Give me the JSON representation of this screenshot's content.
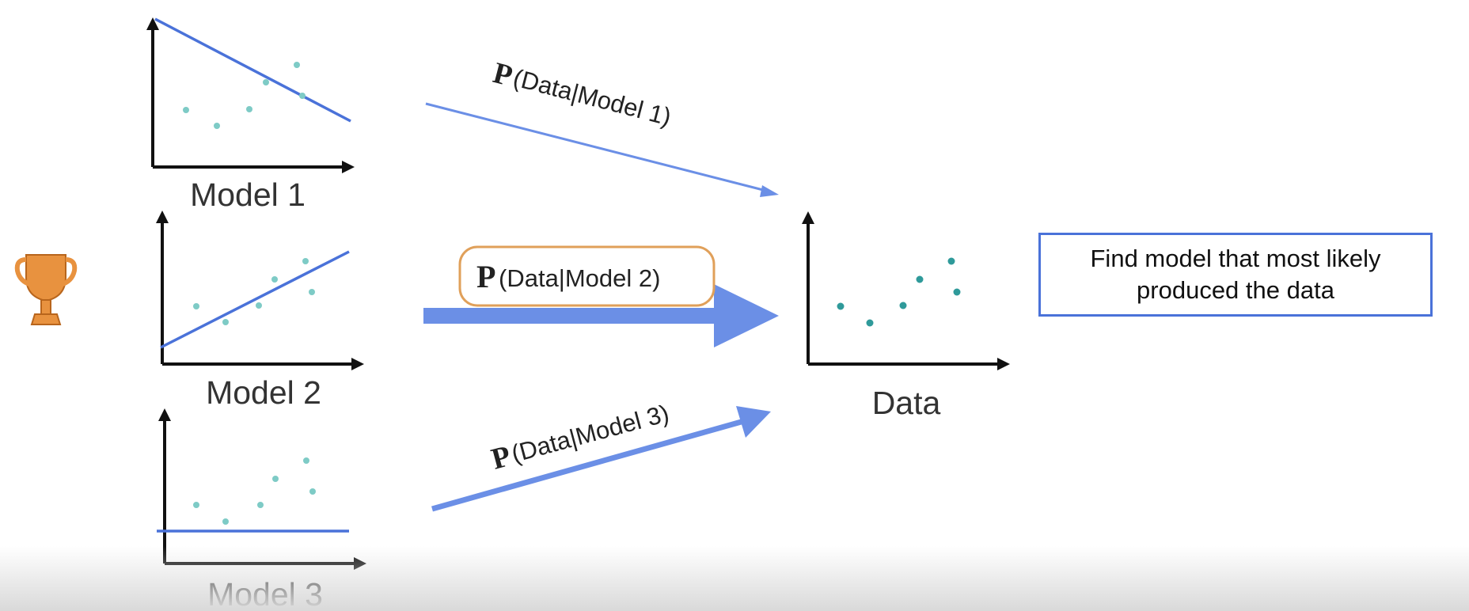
{
  "models": [
    {
      "label": "Model 1",
      "prob_label": "(Data|Model 1)",
      "prob_symbol": "P",
      "highlighted": false
    },
    {
      "label": "Model 2",
      "prob_label": "(Data|Model 2)",
      "prob_symbol": "P",
      "highlighted": true
    },
    {
      "label": "Model 3",
      "prob_label": "(Data|Model 3)",
      "prob_symbol": "P",
      "highlighted": false
    }
  ],
  "data_plot": {
    "label": "Data"
  },
  "goal_text": "Find model that most likely produced the data",
  "winner_icon": "trophy-icon",
  "colors": {
    "line": "#4a72d9",
    "arrow": "#6b8fe6",
    "point_fill": "#7ecbc6",
    "point_fill_dark": "#2f9a9a",
    "highlight_border": "#e0a05a",
    "trophy": "#e8923f",
    "goal_border": "#4a72d9"
  }
}
